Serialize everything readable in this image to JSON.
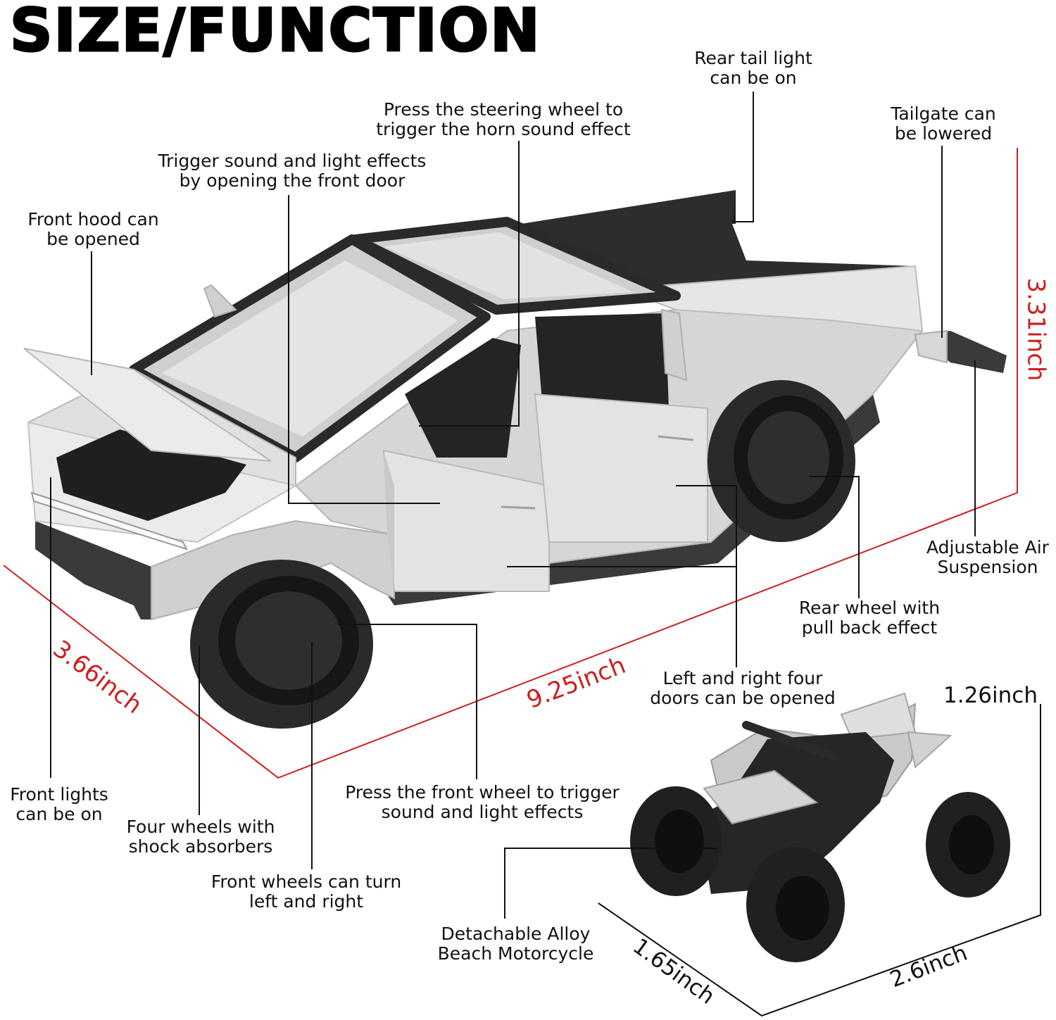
{
  "title": "SIZE/FUNCTION",
  "colors": {
    "dimension": "#cc1f1f",
    "text": "#111111",
    "body": "#d9d9d9",
    "tire": "#2a2a2a"
  },
  "callouts": {
    "rear_tail_light": "Rear tail light\ncan be on",
    "steering_horn": "Press the steering wheel to\ntrigger the horn sound effect",
    "tailgate": "Tailgate can\nbe lowered",
    "front_door": "Trigger sound and light effects\nby opening the front door",
    "front_hood": "Front hood can\nbe opened",
    "air_suspension": "Adjustable Air\nSuspension",
    "rear_wheel": "Rear wheel with\npull back effect",
    "four_doors": "Left and right four\ndoors can be opened",
    "front_lights": "Front lights\ncan be on",
    "front_wheel_press": "Press the front wheel to trigger\nsound and light effects",
    "shock_absorbers": "Four wheels with\nshock absorbers",
    "front_wheels_turn": "Front wheels can turn\nleft and right",
    "motorcycle": "Detachable Alloy\nBeach Motorcycle"
  },
  "dimensions": {
    "truck_height": "3.31inch",
    "truck_width": "3.66inch",
    "truck_length": "9.25inch",
    "atv_height": "1.26inch",
    "atv_width": "1.65inch",
    "atv_length": "2.6inch"
  }
}
